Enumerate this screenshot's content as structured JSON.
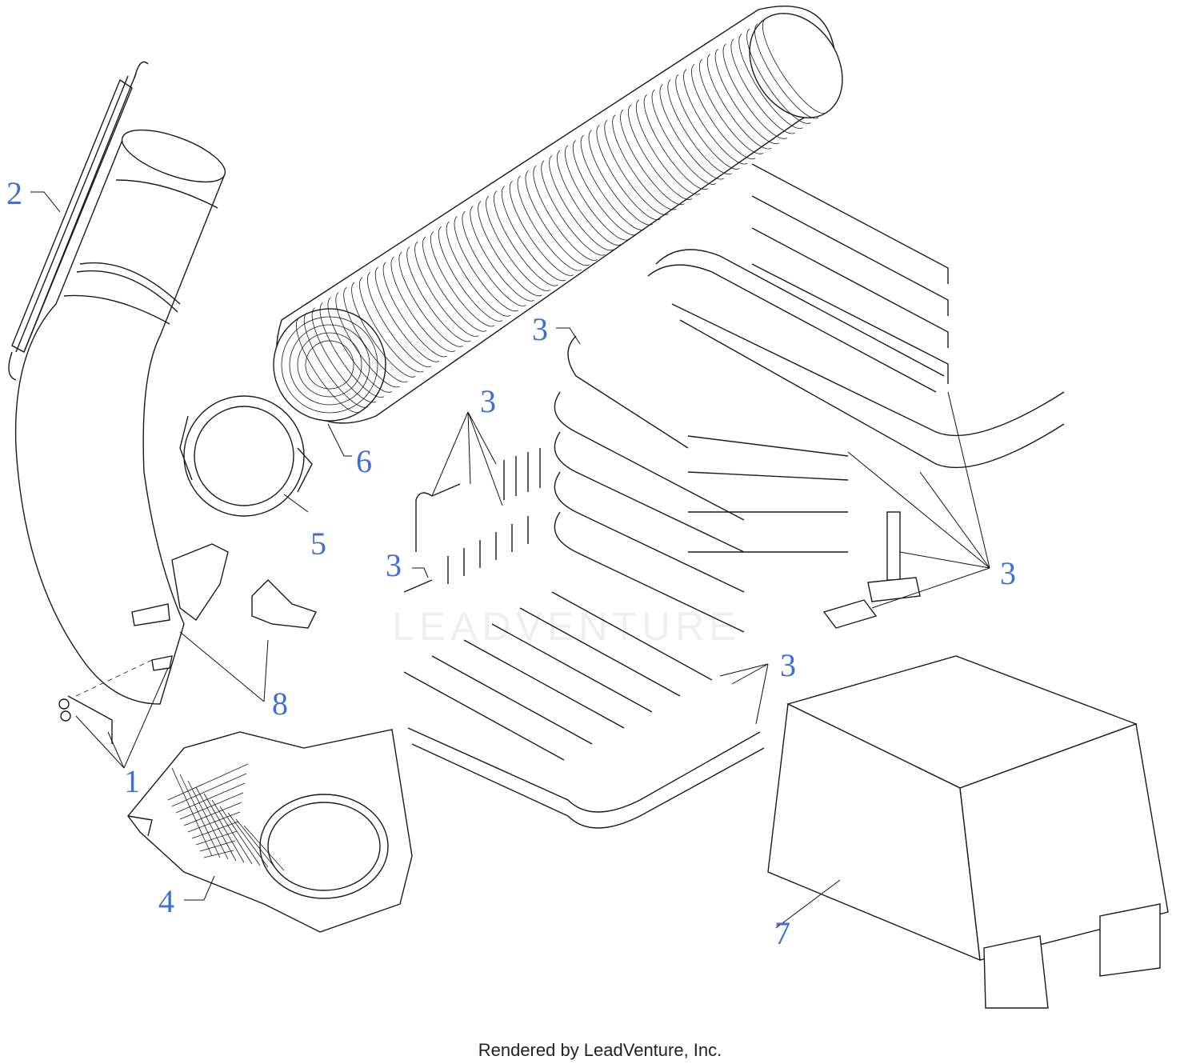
{
  "callouts": {
    "c1": "1",
    "c2": "2",
    "c3a": "3",
    "c3b": "3",
    "c3c": "3",
    "c3d": "3",
    "c3e": "3",
    "c4": "4",
    "c5": "5",
    "c6": "6",
    "c7": "7",
    "c8": "8"
  },
  "watermark": "LEADVENTURE",
  "footer": "Rendered by LeadVenture, Inc.",
  "colors": {
    "callout": "#3d6fd6",
    "line": "#1a1a1a"
  }
}
